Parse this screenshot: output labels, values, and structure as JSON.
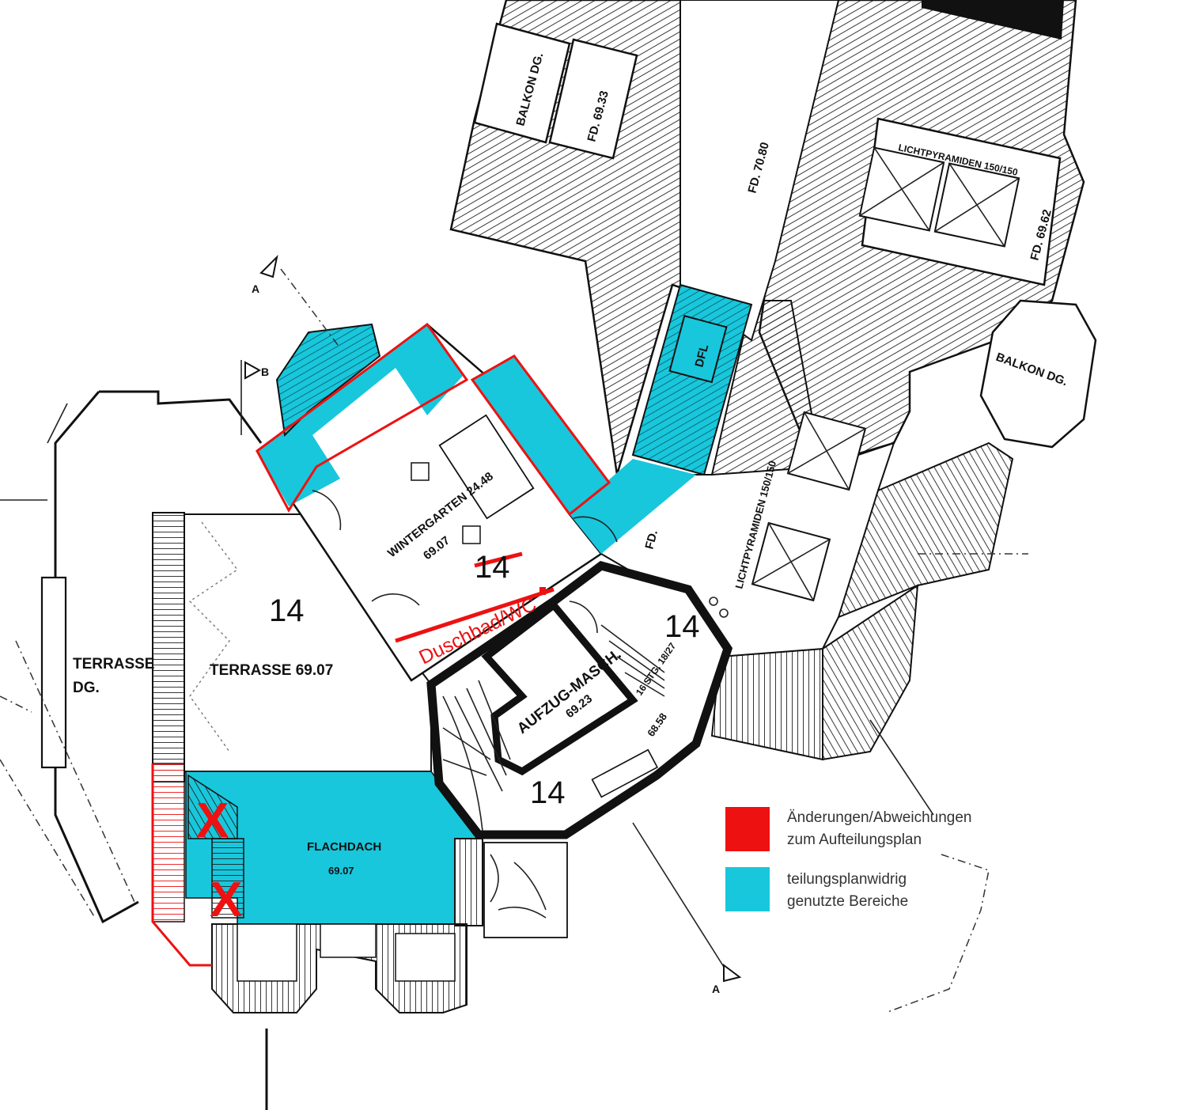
{
  "legend": {
    "changes": {
      "color": "#ee1111",
      "line1": "Änderungen/Abweichungen",
      "line2": "zum Aufteilungsplan"
    },
    "misuse": {
      "color": "#18c7dc",
      "line1": "teilungsplanwidrig",
      "line2": "genutzte Bereiche"
    }
  },
  "labels": {
    "balkon_dg_top": "BALKON DG.",
    "fd_6933": "FD. 69.33",
    "fd_7080": "FD. 70.80",
    "lichtpyramiden_top": "LICHTPYRAMIDEN 150/150",
    "fd_6962": "FD. 69.62",
    "balkon_dg_right": "BALKON DG.",
    "dfl": "DFL",
    "fd_mid": "FD.",
    "lichtpyramiden_mid": "LICHTPYRAMIDEN 150/150",
    "wintergarten": "WINTERGARTEN 24.48",
    "wintergarten_level": "69.07",
    "terrasse_dg": "TERRASSE",
    "terrasse_dg_sub": "DG.",
    "terrasse": "TERRASSE 69.07",
    "flachdach": "FLACHDACH",
    "flachdach_level": "69.07",
    "aufzug": "AUFZUG-MASCH.",
    "aufzug_level": "69.23",
    "stair_steps": "16 STG. 18/27",
    "stair_level": "68.58",
    "duschbad": "Duschbad/WC",
    "unit_1": "14",
    "unit_2": "14",
    "unit_3": "14",
    "unit_4": "14",
    "section_a_top": "A",
    "section_b": "B",
    "section_a_bottom": "A",
    "mark_x": "X"
  }
}
